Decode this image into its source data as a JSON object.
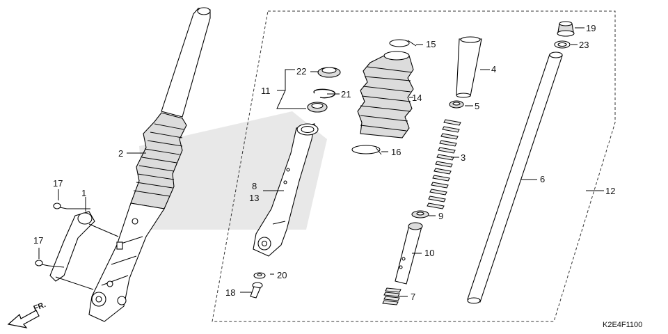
{
  "diagram": {
    "code": "K2E4F1100",
    "direction_label": "FR.",
    "callouts": {
      "c1": "1",
      "c2": "2",
      "c3": "3",
      "c4": "4",
      "c5": "5",
      "c6": "6",
      "c7": "7",
      "c8": "8",
      "c9": "9",
      "c10": "10",
      "c11": "11",
      "c12": "12",
      "c13": "13",
      "c14": "14",
      "c15": "15",
      "c16": "16",
      "c17a": "17",
      "c17b": "17",
      "c18": "18",
      "c19": "19",
      "c20": "20",
      "c21": "21",
      "c22": "22",
      "c23": "23"
    }
  }
}
